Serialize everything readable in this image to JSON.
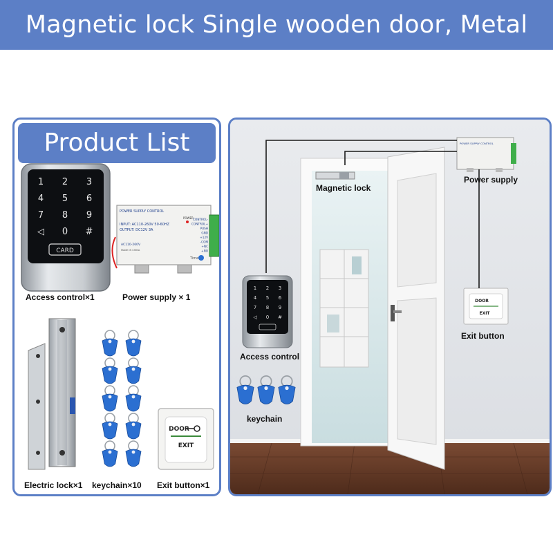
{
  "banner": {
    "title": "Magnetic lock Single wooden door, Metal door"
  },
  "colors": {
    "accent": "#5c7fc6",
    "keychain_blue": "#2b6fd1",
    "floor": "#6b3f2a"
  },
  "product_list": {
    "title": "Product List",
    "items": [
      {
        "label": "Access control×1",
        "icon": "keypad-icon"
      },
      {
        "label": "Power supply × 1",
        "icon": "power-supply-icon"
      },
      {
        "label": "Electric lock×1",
        "icon": "magnetic-lock-icon"
      },
      {
        "label": "keychain×10",
        "icon": "keyfob-icon"
      },
      {
        "label": "Exit button×1",
        "icon": "exit-button-icon"
      }
    ],
    "card_text": "CARD",
    "psu_text": {
      "title": "POWER SUPPLY CONTROL",
      "input": "INPUT: AC110-260V 50-60HZ",
      "output": "OUTPUT: DC12V  3A",
      "power": "POWER",
      "terminals": [
        "CONTROL-",
        "CONTROL+",
        "PUSH",
        "GND",
        "+12V",
        "-COM",
        "+NC",
        "+NO"
      ],
      "small": "AC110-260V",
      "made": "MADE IN CHINA",
      "time": "Time"
    },
    "exit_text": {
      "door": "DOOR",
      "exit": "EXIT"
    }
  },
  "installation": {
    "labels": {
      "magnetic_lock": "Magnetic lock",
      "power_supply": "Power supply",
      "exit_button": "Exit button",
      "access_control": "Access control",
      "keychain": "keychain"
    }
  },
  "keypad_keys": [
    "1",
    "2",
    "3",
    "4",
    "5",
    "6",
    "7",
    "8",
    "9",
    "",
    "0",
    "#"
  ]
}
